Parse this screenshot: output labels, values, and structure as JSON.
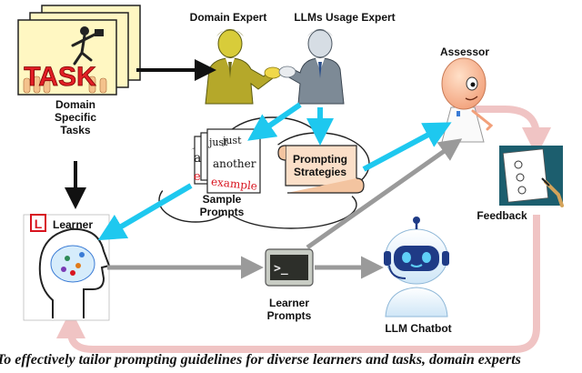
{
  "labels": {
    "domain_expert": "Domain Expert",
    "llm_usage_expert": "LLMs Usage Expert",
    "assessor": "Assessor",
    "domain_tasks": [
      "Domain",
      "Specific",
      "Tasks"
    ],
    "task_card": "TASK",
    "learner": "Learner",
    "learner_badge": "L",
    "sample_prompts": [
      "Sample",
      "Prompts"
    ],
    "prompting_strategies": [
      "Prompting",
      "Strategies"
    ],
    "feedback": "Feedback",
    "learner_prompts": [
      "Learner",
      "Prompts"
    ],
    "llm_chatbot": "LLM Chatbot",
    "terminal_prompt": ">_"
  },
  "sample_prompt_words": [
    "just",
    "just",
    "another",
    "example",
    "a",
    "e"
  ],
  "caption": "To effectively tailor prompting guidelines for diverse learners and tasks, domain experts"
}
